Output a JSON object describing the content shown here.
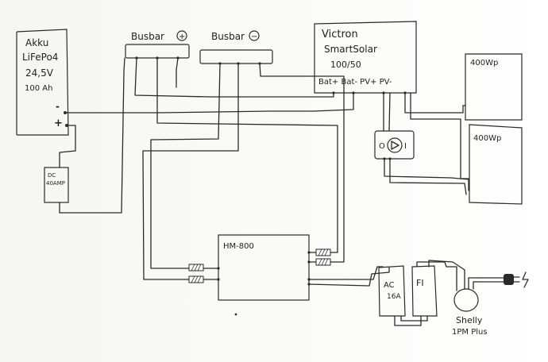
{
  "battery": {
    "line1": "Akku",
    "line2": "LiFePo4",
    "line3": "24,5V",
    "line4": "100 Ah",
    "minus": "-",
    "plus": "+"
  },
  "dc_breaker": {
    "line1": "DC",
    "line2": "40AMP"
  },
  "busbar_plus": {
    "label": "Busbar",
    "sign": "+"
  },
  "busbar_minus": {
    "label": "Busbar",
    "sign": "−"
  },
  "controller": {
    "line1": "Victron",
    "line2": "SmartSolar",
    "line3": "100/50",
    "terminals": "Bat+ Bat- PV+ PV-"
  },
  "panel_1": {
    "label": "400Wp"
  },
  "panel_2": {
    "label": "400Wp"
  },
  "pv_switch": {
    "off": "O",
    "on": "I"
  },
  "inverter": {
    "label": "HM-800"
  },
  "ac_breaker": {
    "line1": "AC",
    "line2": "16A"
  },
  "rcd": {
    "label": "FI"
  },
  "shelly": {
    "line1": "Shelly",
    "line2": "1PM Plus"
  }
}
